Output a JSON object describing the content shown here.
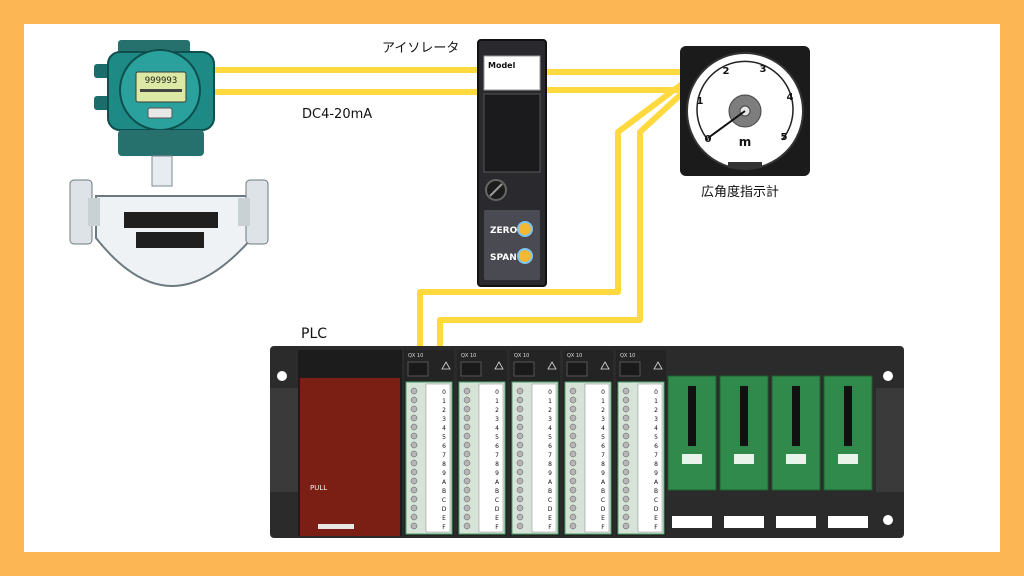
{
  "labels": {
    "isolator": "アイソレータ",
    "signal": "DC4-20mA",
    "meter": "広角度指示計",
    "plc": "PLC"
  },
  "flowmeter": {
    "display_value": "999993"
  },
  "isolator": {
    "model_label": "Model",
    "zero_label": "ZERO",
    "span_label": "SPAN"
  },
  "meter": {
    "scale": [
      "0",
      "1",
      "2",
      "3",
      "4",
      "5"
    ],
    "unit": "m"
  },
  "plc": {
    "power_pull_label": "PULL",
    "module_label": "QX 10",
    "io_terminals": [
      "0",
      "1",
      "2",
      "3",
      "4",
      "5",
      "6",
      "7",
      "8",
      "9",
      "A",
      "B",
      "C",
      "D",
      "E",
      "F"
    ]
  },
  "colors": {
    "frame": "#fcb653",
    "wire": "#ffd93e",
    "flowmeter_head": "#1d8a86",
    "power_module": "#7b1e13",
    "rack": "#2b2b2b",
    "io_slot": "#2f8a4b"
  }
}
